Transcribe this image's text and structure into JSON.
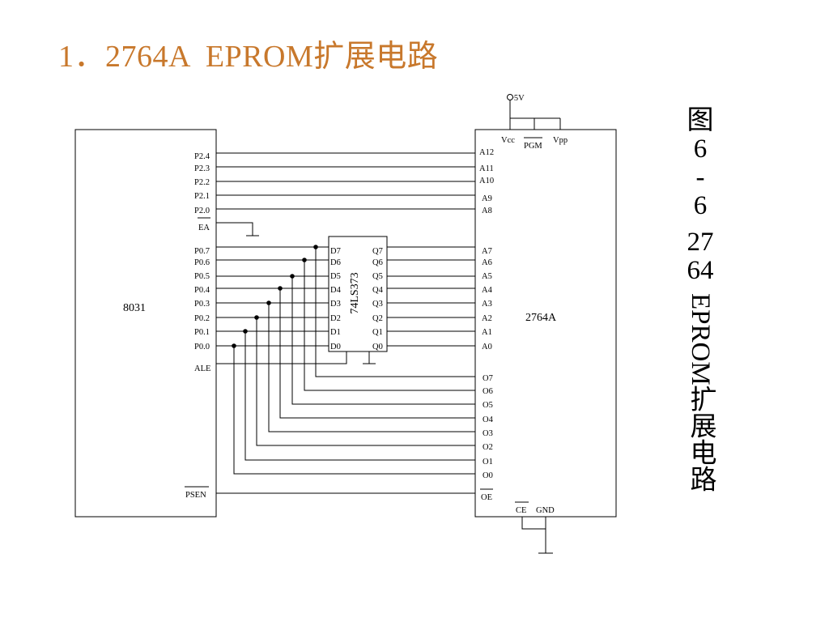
{
  "title": "1．2764A  EPROM扩展电路",
  "caption": {
    "lines": [
      "图",
      "6",
      "-",
      "6",
      "27",
      "64"
    ],
    "vertical": "EPROM扩展电路"
  },
  "diagram": {
    "cpu": {
      "name": "8031",
      "p2_pins": [
        "P2.4",
        "P2.3",
        "P2.2",
        "P2.1",
        "P2.0"
      ],
      "ea_pin": "EA",
      "p0_pins": [
        "P0.7",
        "P0.6",
        "P0.5",
        "P0.4",
        "P0.3",
        "P0.2",
        "P0.1",
        "P0.0"
      ],
      "ale_pin": "ALE",
      "psen_pin": "PSEN"
    },
    "latch": {
      "name": "74LS373",
      "d_pins": [
        "D7",
        "D6",
        "D5",
        "D4",
        "D3",
        "D2",
        "D1",
        "D0"
      ],
      "q_pins": [
        "Q7",
        "Q6",
        "Q5",
        "Q4",
        "Q3",
        "Q2",
        "Q1",
        "Q0"
      ]
    },
    "eprom": {
      "name": "2764A",
      "supply": "+5V",
      "vcc": "Vcc",
      "pgm": "PGM",
      "vpp": "Vpp",
      "high_addr_pins": [
        "A12",
        "A11",
        "A10",
        "A9",
        "A8"
      ],
      "low_addr_pins": [
        "A7",
        "A6",
        "A5",
        "A4",
        "A3",
        "A2",
        "A1",
        "A0"
      ],
      "data_pins": [
        "O7",
        "O6",
        "O5",
        "O4",
        "O3",
        "O2",
        "O1",
        "O0"
      ],
      "oe_pin": "OE",
      "ce_pin": "CE",
      "gnd_pin": "GND"
    }
  }
}
